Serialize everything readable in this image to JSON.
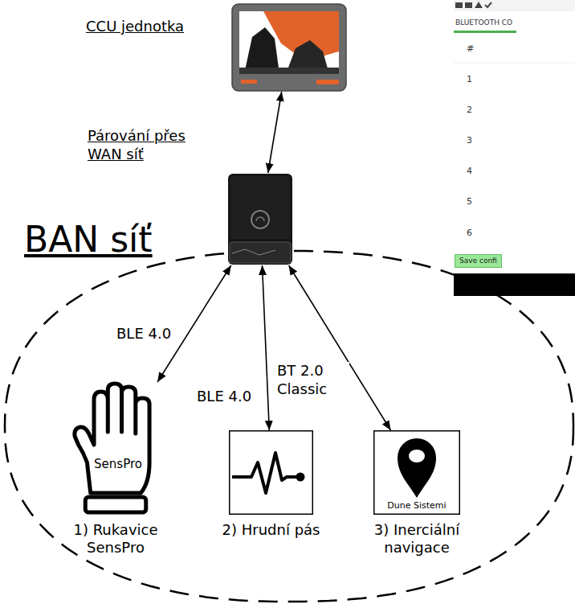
{
  "diagram": {
    "nodes": [
      {
        "text": [
          "CCU jednotka"
        ]
      },
      {
        "text": []
      },
      {
        "text": [
          "BAN síť"
        ]
      },
      {
        "text": [
          "SensPro",
          "1) Rukavice SensPro"
        ],
        "in": 2
      },
      {
        "text": [
          "2) Hrudní pás"
        ],
        "in": 2
      },
      {
        "text": [
          "Dune Sistemi",
          "3) Inerciální navigace"
        ],
        "in": 2
      }
    ],
    "edges": [
      {
        "from": 0,
        "to": 1,
        "label": "Párování přes WAN síť",
        "arrow": "both"
      },
      {
        "from": 1,
        "to": 3,
        "label": "BLE 4.0",
        "arrow": "both"
      },
      {
        "from": 1,
        "to": 4,
        "label": "BLE 4.0",
        "arrow": "both"
      },
      {
        "from": 1,
        "to": 5,
        "label": "BT 2.0 Classic",
        "arrow": "both"
      }
    ],
    "labels": [
      "BLUETOOTH CO",
      "#",
      "1",
      "2",
      "3",
      "4",
      "5",
      "6",
      "Save confi"
    ]
  }
}
